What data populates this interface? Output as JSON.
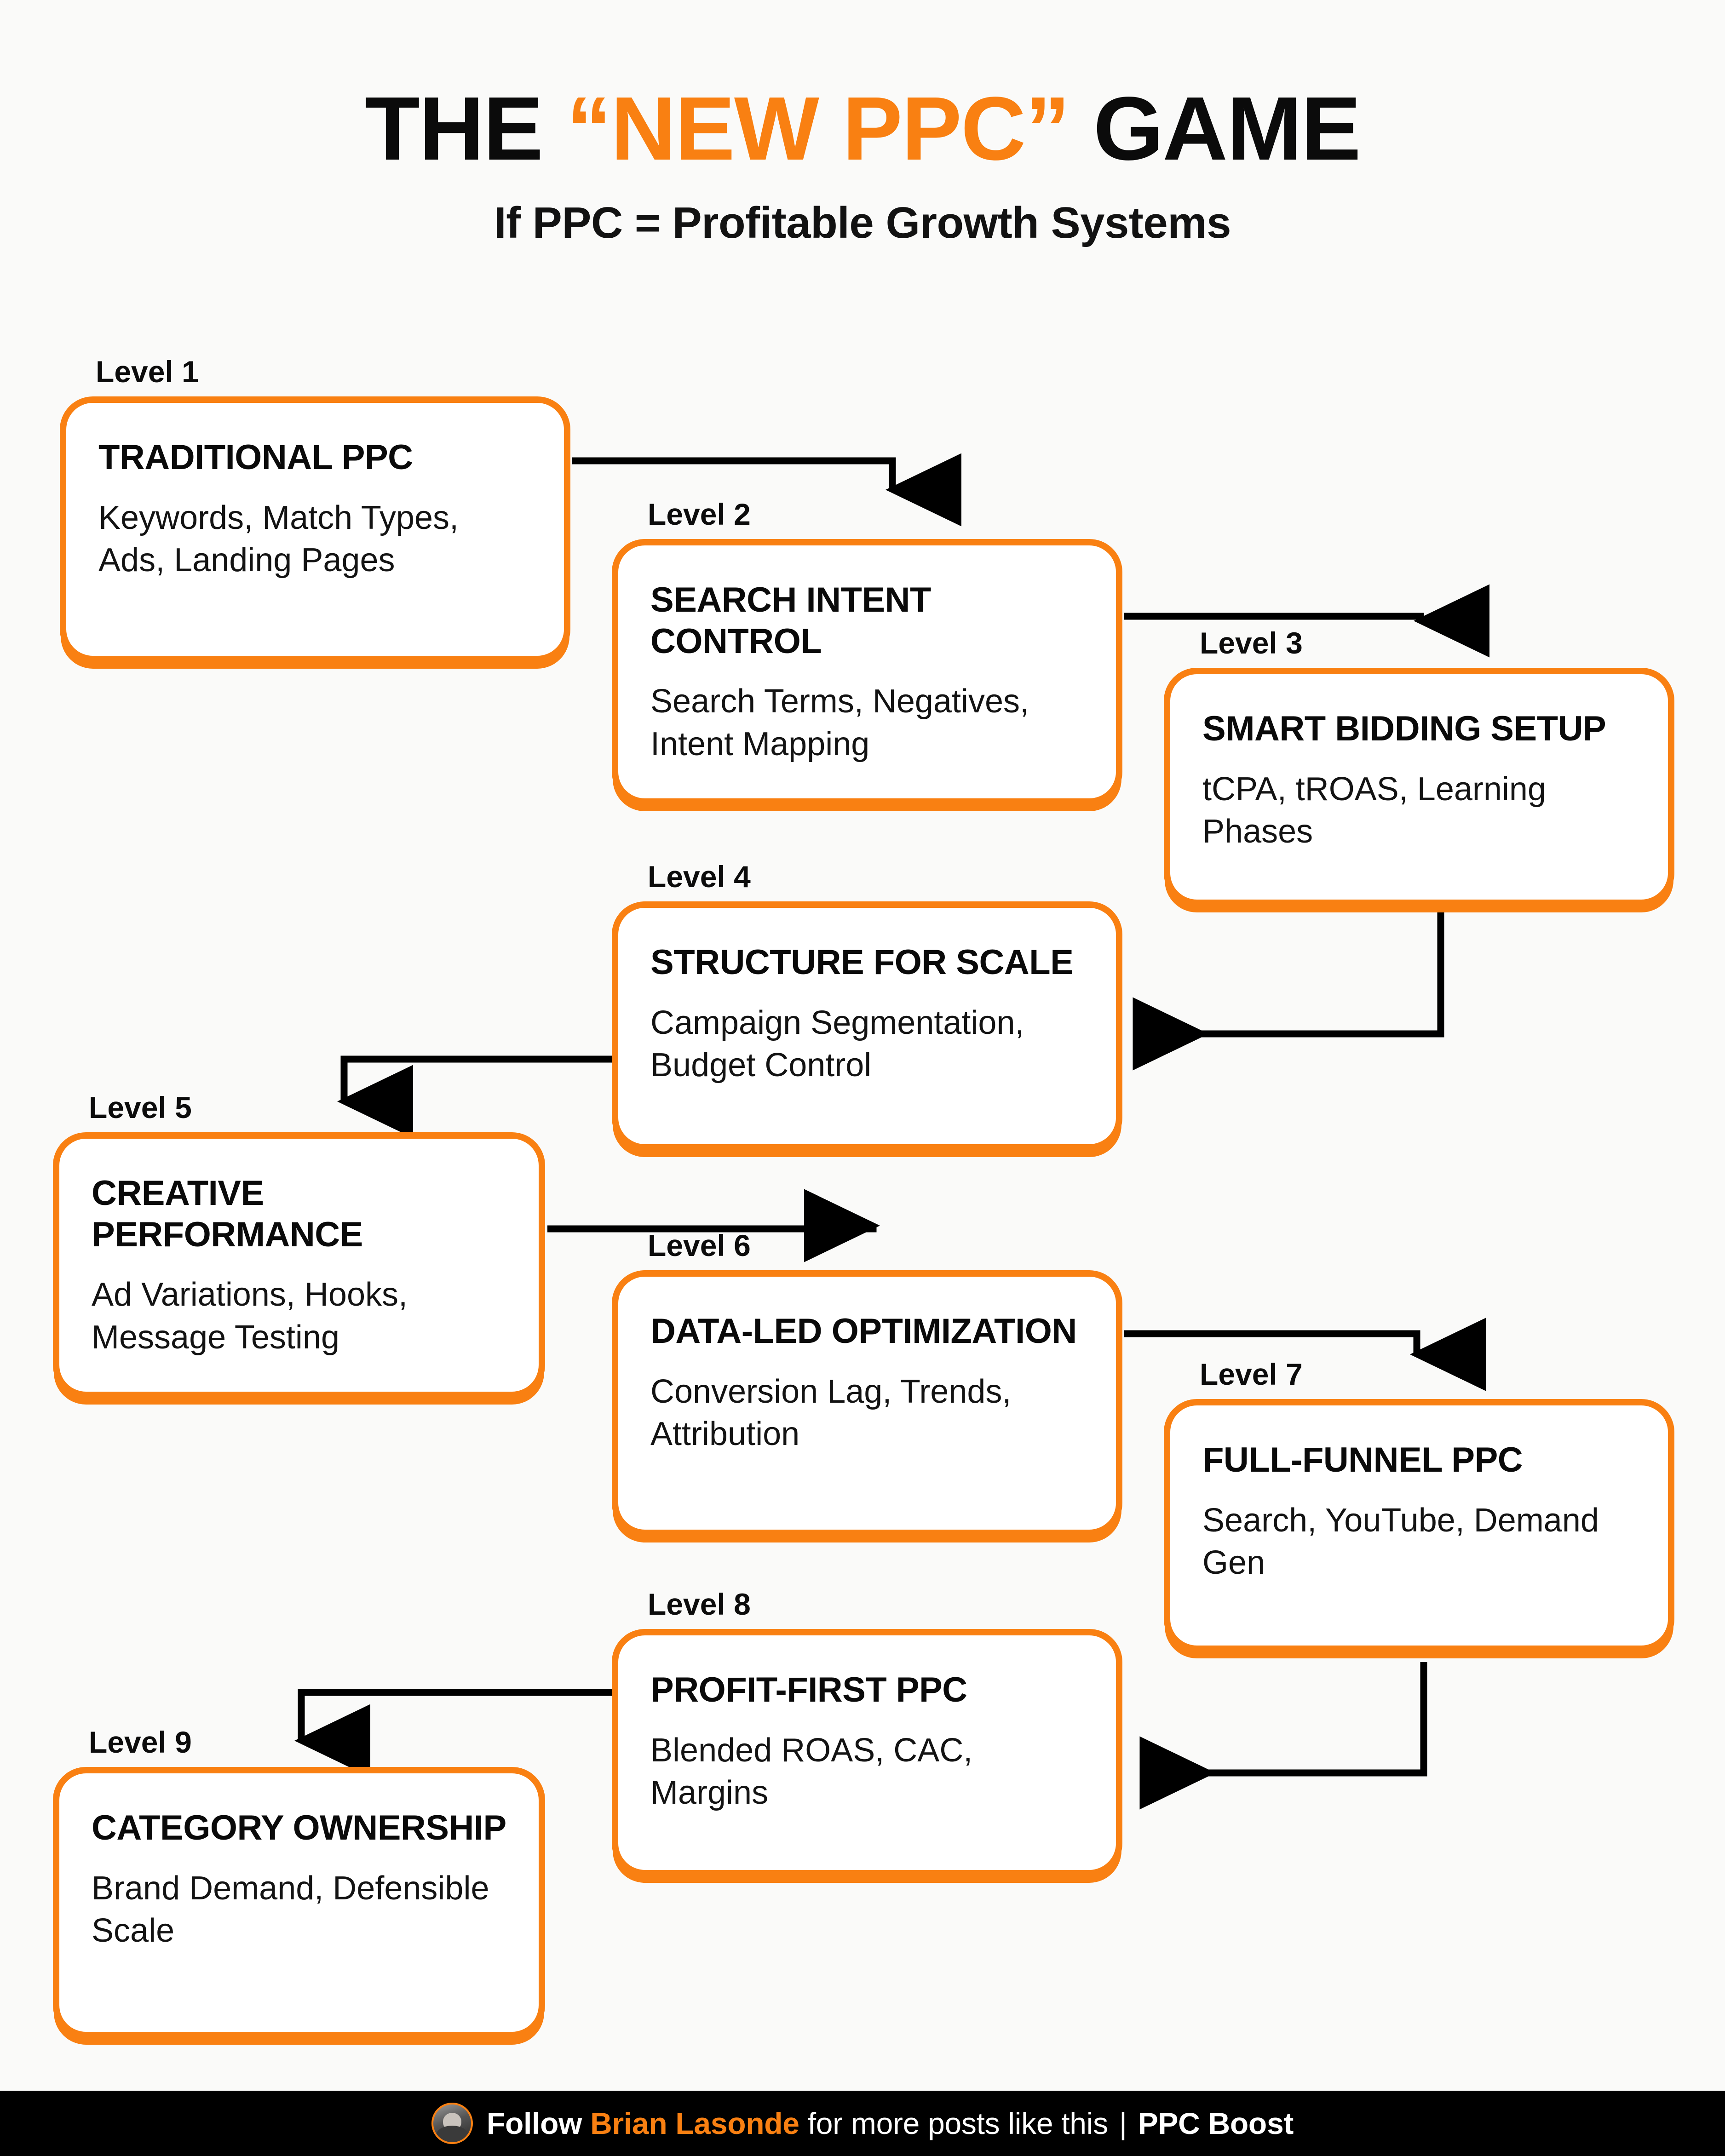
{
  "header": {
    "title_pre": "THE ",
    "title_highlight": "“NEW PPC”",
    "title_post": " GAME",
    "subtitle": "If PPC = Profitable Growth Systems"
  },
  "colors": {
    "accent_orange": "#F98012",
    "background": "#FAFAF9",
    "text_dark": "#0A0A0A",
    "footer_bg": "#000000",
    "connector": "#000000"
  },
  "levels": [
    {
      "level_label": "Level 1",
      "title": "TRADITIONAL PPC",
      "description": "Keywords, Match Types, Ads, Landing Pages"
    },
    {
      "level_label": "Level 2",
      "title": "SEARCH INTENT CONTROL",
      "description": "Search Terms, Negatives, Intent Mapping"
    },
    {
      "level_label": "Level 3",
      "title": "SMART BIDDING SETUP",
      "description": "tCPA, tROAS, Learning Phases"
    },
    {
      "level_label": "Level 4",
      "title": "STRUCTURE FOR SCALE",
      "description": "Campaign Segmentation, Budget Control"
    },
    {
      "level_label": "Level 5",
      "title": "CREATIVE PERFORMANCE",
      "description": "Ad Variations, Hooks, Message Testing"
    },
    {
      "level_label": "Level 6",
      "title": "DATA-LED OPTIMIZATION",
      "description": "Conversion Lag, Trends, Attribution"
    },
    {
      "level_label": "Level 7",
      "title": "FULL-FUNNEL PPC",
      "description": "Search, YouTube, Demand Gen"
    },
    {
      "level_label": "Level 8",
      "title": "PROFIT-FIRST PPC",
      "description": "Blended ROAS, CAC, Margins"
    },
    {
      "level_label": "Level 9",
      "title": "CATEGORY OWNERSHIP",
      "description": "Brand Demand, Defensible Scale"
    }
  ],
  "connectors": [
    {
      "from": "Level 1",
      "to": "Level 2",
      "direction": "right-then-down"
    },
    {
      "from": "Level 2",
      "to": "Level 3",
      "direction": "right-then-down"
    },
    {
      "from": "Level 3",
      "to": "Level 4",
      "direction": "down-then-left"
    },
    {
      "from": "Level 4",
      "to": "Level 5",
      "direction": "left-then-down"
    },
    {
      "from": "Level 5",
      "to": "Level 6",
      "direction": "right-then-down"
    },
    {
      "from": "Level 6",
      "to": "Level 7",
      "direction": "right-then-down"
    },
    {
      "from": "Level 7",
      "to": "Level 8",
      "direction": "down-then-left"
    },
    {
      "from": "Level 8",
      "to": "Level 9",
      "direction": "left-then-down"
    }
  ],
  "footer": {
    "follow_label": "Follow ",
    "name": "Brian Lasonde",
    "tail": " for more posts like this",
    "separator": " | ",
    "brand": "PPC Boost",
    "avatar_icon": "profile-photo-icon"
  }
}
